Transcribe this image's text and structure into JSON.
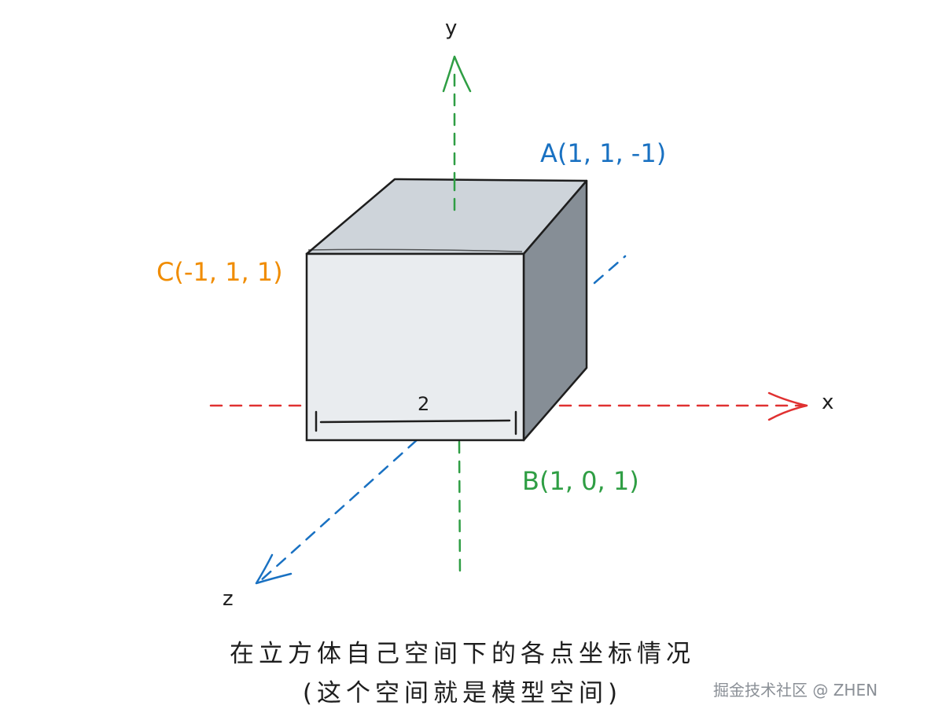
{
  "diagram": {
    "axes": {
      "x": {
        "label": "x",
        "color": "#e03131"
      },
      "y": {
        "label": "y",
        "color": "#2f9e44"
      },
      "z": {
        "label": "z",
        "color": "#1971c2"
      }
    },
    "points": {
      "A": {
        "label": "A(1, 1, -1)",
        "color": "#1971c2"
      },
      "B": {
        "label": "B(1, 0, 1)",
        "color": "#2f9e44"
      },
      "C": {
        "label": "C(-1, 1, 1)",
        "color": "#f08c00"
      }
    },
    "edge_length_label": "2",
    "cube_colors": {
      "front": "#e9ecef",
      "top": "#ced4da",
      "side": "#868e96",
      "stroke": "#1e1e1e"
    }
  },
  "caption": {
    "line1": "在立方体自己空间下的各点坐标情况",
    "line2": "(这个空间就是模型空间)"
  },
  "watermark": "掘金技术社区 @ ZHEN"
}
